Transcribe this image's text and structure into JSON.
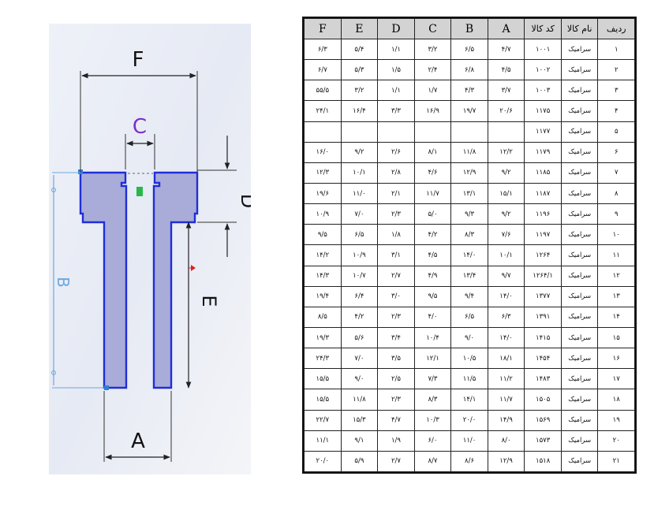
{
  "diagram": {
    "labels": {
      "A": "A",
      "B": "B",
      "C": "C",
      "D": "D",
      "E": "E",
      "F": "F"
    }
  },
  "table": {
    "headers": [
      "ردیف",
      "نام کالا",
      "کد کالا",
      "A",
      "B",
      "C",
      "D",
      "E",
      "F"
    ],
    "rows": [
      [
        "۱",
        "سرامیک",
        "۱۰۰۱",
        "۴/۷",
        "۶/۵",
        "۳/۲",
        "۱/۱",
        "۵/۴",
        "۶/۳"
      ],
      [
        "۲",
        "سرامیک",
        "۱۰۰۲",
        "۴/۵",
        "۶/۸",
        "۲/۴",
        "۱/۵",
        "۵/۳",
        "۶/۷"
      ],
      [
        "۳",
        "سرامیک",
        "۱۰۰۳",
        "۳/۷",
        "۴/۳",
        "۱/۷",
        "۱/۱",
        "۳/۲",
        "۵۵/۵"
      ],
      [
        "۴",
        "سرامیک",
        "۱۱۷۵",
        "۲۰/۶",
        "۱۹/۷",
        "۱۶/۹",
        "۳/۳",
        "۱۶/۴",
        "۲۴/۱"
      ],
      [
        "۵",
        "سرامیک",
        "۱۱۷۷",
        "",
        "",
        "",
        "",
        "",
        ""
      ],
      [
        "۶",
        "سرامیک",
        "۱۱۷۹",
        "۱۲/۲",
        "۱۱/۸",
        "۸/۱",
        "۲/۶",
        "۹/۲",
        "۱۶/۰"
      ],
      [
        "۷",
        "سرامیک",
        "۱۱۸۵",
        "۹/۲",
        "۱۲/۹",
        "۴/۶",
        "۲/۸",
        "۱۰/۱",
        "۱۲/۳"
      ],
      [
        "۸",
        "سرامیک",
        "۱۱۸۷",
        "۱۵/۱",
        "۱۳/۱",
        "۱۱/۷",
        "۲/۱",
        "۱۱/۰",
        "۱۹/۶"
      ],
      [
        "۹",
        "سرامیک",
        "۱۱۹۶",
        "۹/۲",
        "۹/۳",
        "۵/۰",
        "۲/۳",
        "۷/۰",
        "۱۰/۹"
      ],
      [
        "۱۰",
        "سرامیک",
        "۱۱۹۷",
        "۷/۶",
        "۸/۳",
        "۴/۲",
        "۱/۸",
        "۶/۵",
        "۹/۵"
      ],
      [
        "۱۱",
        "سرامیک",
        "۱۲۶۴",
        "۱۰/۱",
        "۱۴/۰",
        "۴/۵",
        "۳/۱",
        "۱۰/۹",
        "۱۴/۲"
      ],
      [
        "۱۲",
        "سرامیک",
        "۱۲۶۴/۱",
        "۹/۷",
        "۱۳/۴",
        "۴/۹",
        "۲/۷",
        "۱۰/۷",
        "۱۴/۳"
      ],
      [
        "۱۳",
        "سرامیک",
        "۱۳۷۷",
        "۱۴/۰",
        "۹/۴",
        "۹/۵",
        "۳/۰",
        "۶/۴",
        "۱۹/۴"
      ],
      [
        "۱۴",
        "سرامیک",
        "۱۳۹۱",
        "۶/۳",
        "۶/۵",
        "۴/۰",
        "۲/۳",
        "۴/۲",
        "۸/۵"
      ],
      [
        "۱۵",
        "سرامیک",
        "۱۴۱۵",
        "۱۴/۰",
        "۹/۰",
        "۱۰/۴",
        "۳/۴",
        "۵/۶",
        "۱۹/۳"
      ],
      [
        "۱۶",
        "سرامیک",
        "۱۴۵۴",
        "۱۸/۱",
        "۱۰/۵",
        "۱۲/۱",
        "۳/۵",
        "۷/۰",
        "۲۴/۳"
      ],
      [
        "۱۷",
        "سرامیک",
        "۱۴۸۳",
        "۱۱/۲",
        "۱۱/۵",
        "۷/۳",
        "۲/۵",
        "۹/۰",
        "۱۵/۵"
      ],
      [
        "۱۸",
        "سرامیک",
        "۱۵۰۵",
        "۱۱/۷",
        "۱۴/۱",
        "۸/۳",
        "۲/۳",
        "۱۱/۸",
        "۱۵/۵"
      ],
      [
        "۱۹",
        "سرامیک",
        "۱۵۶۹",
        "۱۴/۹",
        "۲۰/۰",
        "۱۰/۳",
        "۴/۷",
        "۱۵/۳",
        "۲۲/۷"
      ],
      [
        "۲۰",
        "سرامیک",
        "۱۵۷۳",
        "۸/۰",
        "۱۱/۰",
        "۶/۰",
        "۱/۹",
        "۹/۱",
        "۱۱/۱"
      ],
      [
        "۲۱",
        "سرامیک",
        "۱۵۱۸",
        "۱۲/۹",
        "۸/۶",
        "۸/۷",
        "۲/۷",
        "۵/۹",
        "۲۰/۰"
      ]
    ]
  }
}
